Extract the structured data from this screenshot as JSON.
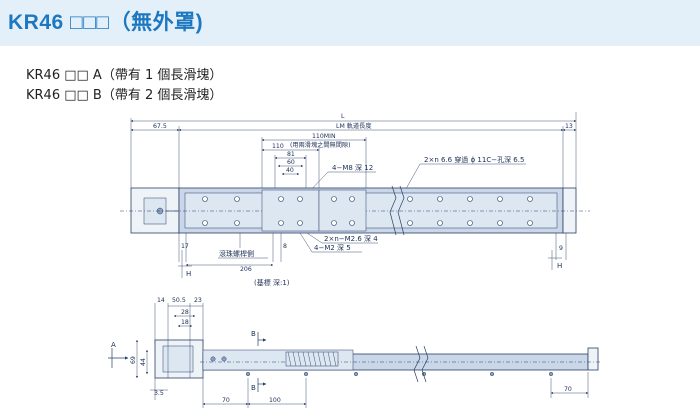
{
  "header": {
    "title": "KR46 □□□（無外罩)"
  },
  "variants": [
    "KR46 □□ A（帶有 1 個長滑塊）",
    "KR46 □□ B（帶有 2 個長滑塊）"
  ],
  "top_view": {
    "dim_L": "L",
    "dim_67_5": "67.5",
    "dim_lm_length": "LM 軌道長度",
    "dim_13": "13",
    "dim_110min": "110MIN",
    "dim_block_spacing": "(用兩滑塊之間無間隙)",
    "dim_110": "110",
    "dim_81": "81",
    "dim_60": "60",
    "dim_40": "40",
    "note_m8": "4−M8 深 12",
    "note_holes": "2×n 6.6 穿過 ϕ 11C−孔深 6.5",
    "dim_17": "17",
    "dim_8": "8",
    "dim_206": "206",
    "note_stroke": "(基標 深:1)",
    "note_m26": "2×n−M2.6 深 4",
    "note_m2": "4−M2 深 5",
    "note_screw_side": "滾珠螺桿側",
    "dim_9": "9",
    "label_H_left": "H",
    "label_H_right": "H"
  },
  "side_view": {
    "dim_14": "14",
    "dim_50_5": "50.5",
    "dim_23": "23",
    "dim_28": "28",
    "dim_18": "18",
    "dim_69": "69",
    "dim_44": "44",
    "label_A": "A",
    "label_B_top": "B",
    "label_B_bottom": "B",
    "dim_3_5": "3.5",
    "dim_70_left": "70",
    "dim_100": "100",
    "dim_70_right": "70"
  }
}
